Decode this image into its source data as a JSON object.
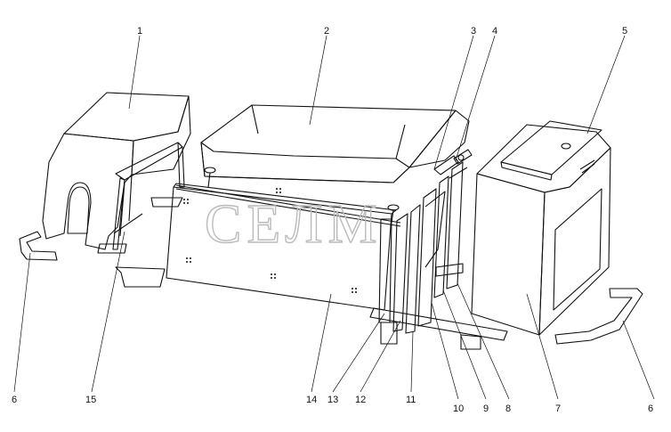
{
  "watermark": "СЕЛМ",
  "callouts": [
    "1",
    "2",
    "3",
    "4",
    "5",
    "6",
    "6",
    "7",
    "8",
    "9",
    "10",
    "11",
    "12",
    "13",
    "14",
    "15"
  ],
  "colors": {
    "line": "#111111",
    "face_light": "#ececec",
    "face_mid": "#d9d9d9",
    "face_dark": "#bdbdbd",
    "face_white": "#f7f7f7",
    "watermark": "#bbbbbb"
  }
}
